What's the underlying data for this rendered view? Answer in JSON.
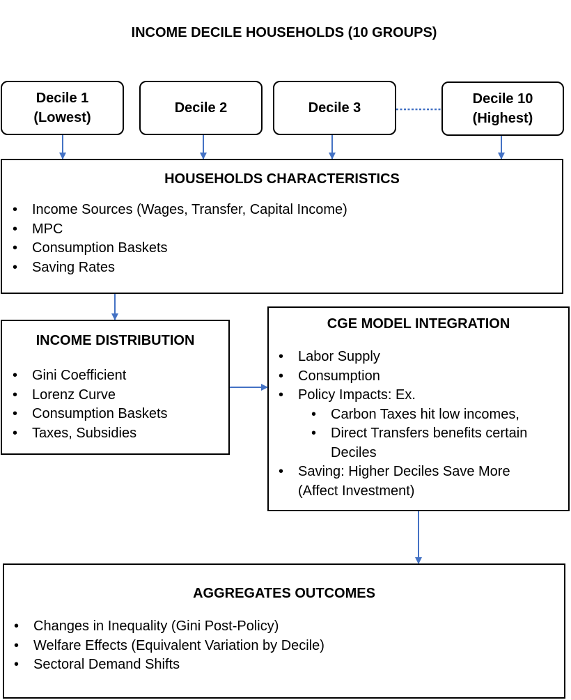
{
  "title": "INCOME DECILE HOUSEHOLDS (10 GROUPS)",
  "deciles": [
    {
      "line1": "Decile 1",
      "line2": "(Lowest)"
    },
    {
      "line1": "Decile 2",
      "line2": ""
    },
    {
      "line1": "Decile 3",
      "line2": ""
    },
    {
      "line1": "Decile 10",
      "line2": "(Highest)"
    }
  ],
  "characteristics": {
    "title": "HOUSEHOLDS CHARACTERISTICS",
    "items": [
      "Income Sources (Wages, Transfer, Capital Income)",
      "MPC",
      "Consumption Baskets",
      "Saving Rates"
    ]
  },
  "distribution": {
    "title": "INCOME DISTRIBUTION",
    "items": [
      "Gini Coefficient",
      "Lorenz Curve",
      "Consumption Baskets",
      "Taxes, Subsidies"
    ]
  },
  "cge": {
    "title": "CGE MODEL INTEGRATION",
    "items": [
      "Labor Supply",
      "Consumption",
      "Policy Impacts: Ex."
    ],
    "sub_items": [
      "Carbon Taxes hit low incomes,",
      "Direct Transfers benefits certain"
    ],
    "sub_continuation": "Deciles",
    "last_item": "Saving: Higher Deciles Save More",
    "last_item_cont": "(Affect Investment)"
  },
  "outcomes": {
    "title": "AGGREGATES OUTCOMES",
    "items": [
      "Changes in Inequality (Gini Post-Policy)",
      "Welfare Effects (Equivalent Variation by Decile)",
      "Sectoral Demand Shifts"
    ]
  },
  "colors": {
    "arrow": "#4472C4",
    "border": "#000000"
  }
}
